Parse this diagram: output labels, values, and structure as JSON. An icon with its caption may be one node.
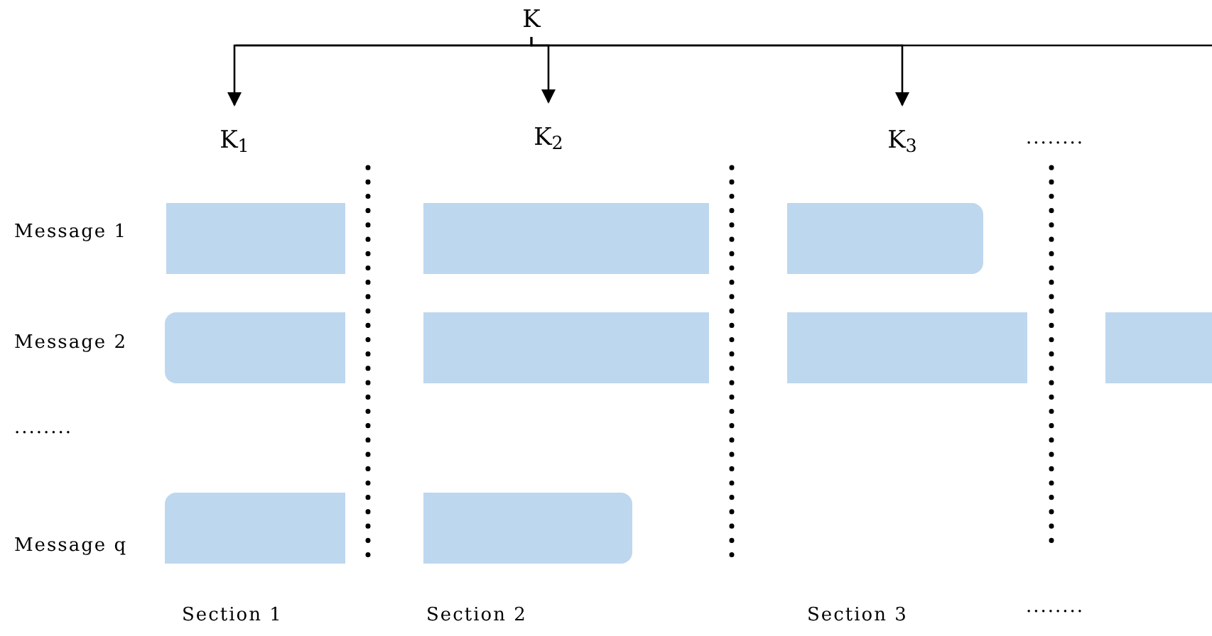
{
  "diagram": {
    "nodes": [
      {
        "text": [
          "K"
        ]
      },
      {
        "text": [
          "K$_{1}$"
        ]
      },
      {
        "text": [
          "K$_{2}$"
        ]
      },
      {
        "text": [
          "K$_{3}$"
        ]
      },
      {
        "text": [],
        "shape": "bar"
      },
      {
        "text": [],
        "shape": "bar"
      },
      {
        "text": [],
        "shape": "bar"
      },
      {
        "text": [],
        "shape": "bar"
      },
      {
        "text": [],
        "shape": "bar"
      },
      {
        "text": [],
        "shape": "bar"
      },
      {
        "text": [],
        "shape": "bar"
      },
      {
        "text": [],
        "shape": "bar"
      },
      {
        "text": [],
        "shape": "bar"
      }
    ],
    "edges": [
      {
        "from": 0,
        "to": 1,
        "arrow": "to"
      },
      {
        "from": 0,
        "to": 2,
        "arrow": "to"
      },
      {
        "from": 0,
        "to": 3,
        "arrow": "to"
      }
    ],
    "labels": [
      "........",
      "Message 1",
      "Message 2",
      "........",
      "Message q",
      "Section 1",
      "Section 2",
      "Section 3",
      "........"
    ]
  }
}
